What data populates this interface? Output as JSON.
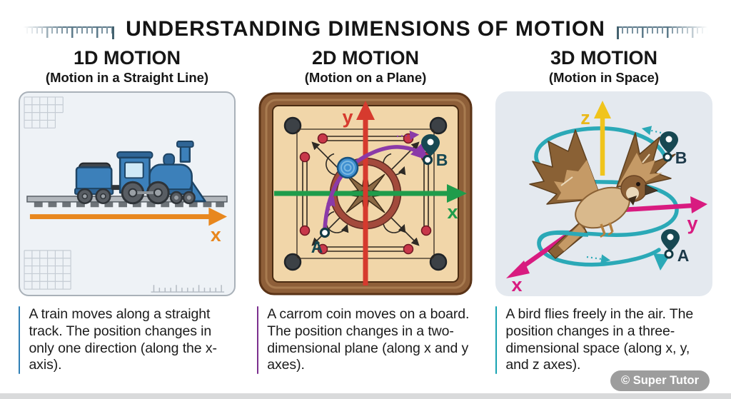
{
  "title": "UNDERSTANDING DIMENSIONS OF MOTION",
  "watermark": "© Super Tutor",
  "columns": [
    {
      "heading": "1D MOTION",
      "subheading": "(Motion in a Straight Line)",
      "axis_labels": {
        "x": "x"
      },
      "caption": "A train moves along a straight track. The position changes in only one direction (along the x-axis).",
      "accent_color": "#2f7fb5"
    },
    {
      "heading": "2D MOTION",
      "subheading": "(Motion on a Plane)",
      "axis_labels": {
        "x": "x",
        "y": "y"
      },
      "points": {
        "start": "A",
        "end": "B"
      },
      "caption": "A carrom coin moves on a board. The position changes in a two-dimensional plane (along x and y axes).",
      "accent_color": "#7b2f8e"
    },
    {
      "heading": "3D MOTION",
      "subheading": "(Motion in Space)",
      "axis_labels": {
        "x": "x",
        "y": "y",
        "z": "z"
      },
      "points": {
        "start": "A",
        "end": "B"
      },
      "caption": "A bird flies freely in the air. The position changes in a three-dimensional space (along x, y, and z axes).",
      "accent_color": "#17a3b2"
    }
  ],
  "icons": {
    "location_pin": "map-pin",
    "ruler": "measurement-ruler"
  },
  "colors": {
    "axis_x_1d": "#e8871e",
    "axis_x_2d": "#1f9c4b",
    "axis_y_2d": "#d63a2e",
    "axis_x_3d": "#d81b80",
    "axis_y_3d": "#d81b80",
    "axis_z_3d": "#f0c41c",
    "path_2d": "#8b3aa8",
    "path_3d": "#2ba9b7",
    "accent_1d": "#2f7fb5",
    "accent_2d": "#7b2f8e",
    "accent_3d": "#17a3b2"
  }
}
